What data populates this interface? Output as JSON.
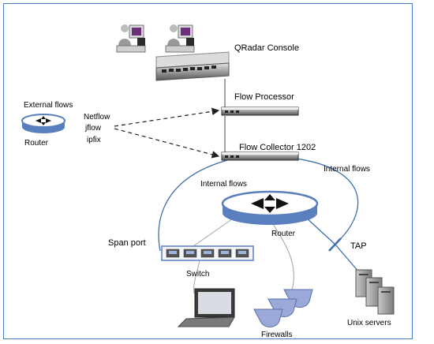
{
  "labels": {
    "console": "QRadar Console",
    "flow_processor": "Flow Processor",
    "external_flows": "External flows",
    "netflow": "Netflow",
    "jflow": "jflow",
    "ipfix": "ipfix",
    "router_left": "Router",
    "flow_collector": "Flow Collector 1202",
    "internal_flows_right": "Internal flows",
    "internal_flows_left": "Internal flows",
    "router_center": "Router",
    "span_port": "Span port",
    "tap": "TAP",
    "switch": "Switch",
    "firewalls": "Firewalls",
    "unix_servers": "Unix servers"
  },
  "icons": {
    "users": "user-workstation-icon",
    "console": "rack-server-icon",
    "router": "router-icon",
    "switch": "network-switch-icon",
    "laptop": "laptop-icon",
    "firewalls": "firewall-icon",
    "servers": "server-tower-icon",
    "tap": "network-tap-icon"
  },
  "colors": {
    "frame": "#4a78c2",
    "link": "#3d6fb0",
    "router_face": "#ffffff",
    "router_rim": "#5a7fbf",
    "device_dark": "#3a3a3a",
    "firewall": "#9aa9d8"
  }
}
